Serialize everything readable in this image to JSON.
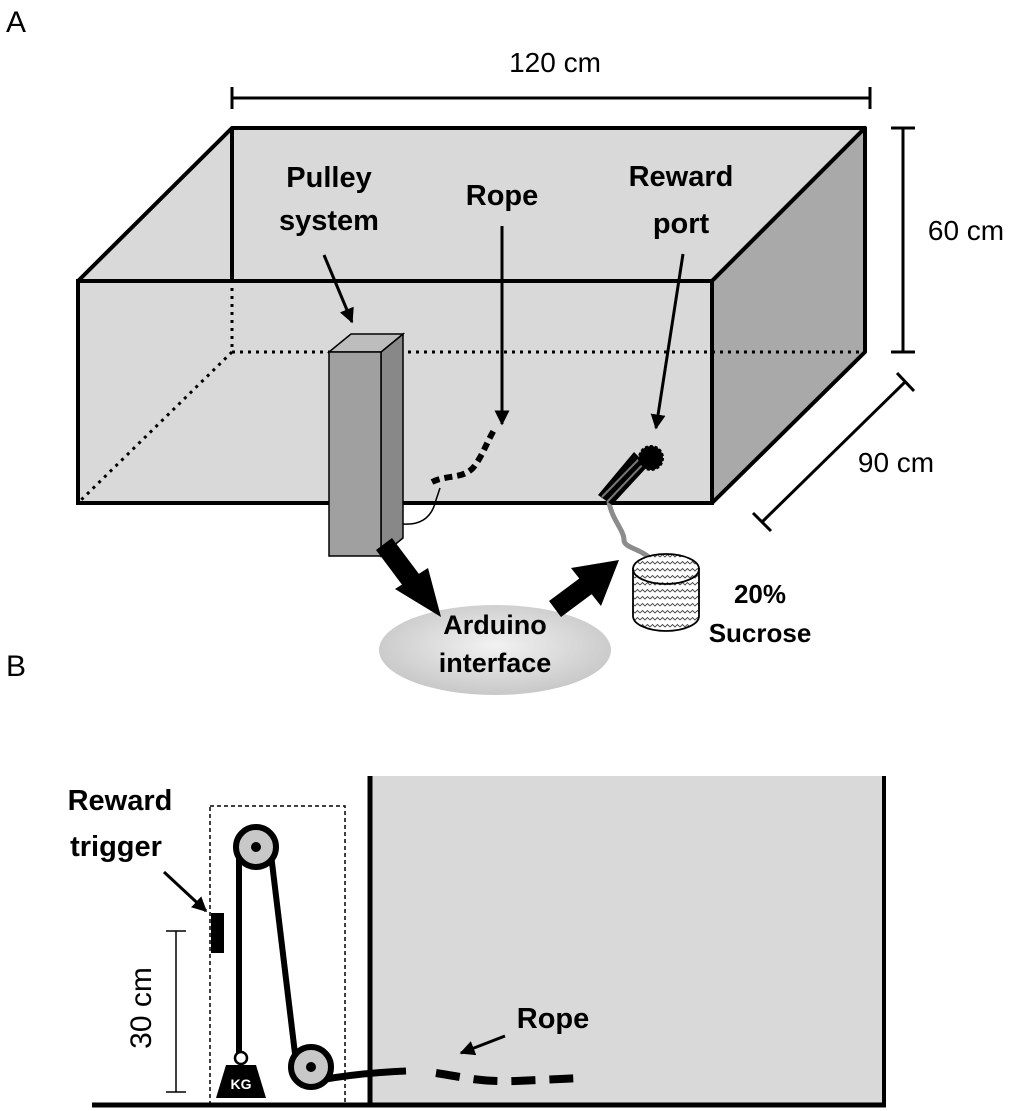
{
  "panel_a": {
    "letter": "A",
    "dim_width": "120 cm",
    "dim_height": "60 cm",
    "dim_depth": "90 cm",
    "label_pulley": [
      "Pulley",
      "system"
    ],
    "label_rope": "Rope",
    "label_reward": [
      "Reward",
      "port"
    ],
    "label_arduino": [
      "Arduino",
      "interface"
    ],
    "label_sucrose": [
      "20%",
      "Sucrose"
    ]
  },
  "panel_b": {
    "letter": "B",
    "label_trigger": [
      "Reward",
      "trigger"
    ],
    "dim_height": "30 cm",
    "weight_label": "KG",
    "label_rope": "Rope"
  },
  "colors": {
    "box_fill": "#d9d9d9",
    "box_side": "#a9a9a9",
    "pulley_front": "#a0a0a0",
    "pulley_side": "#888888",
    "tube": "#8c8c8c",
    "wheel_ring": "#c8c8c8"
  }
}
